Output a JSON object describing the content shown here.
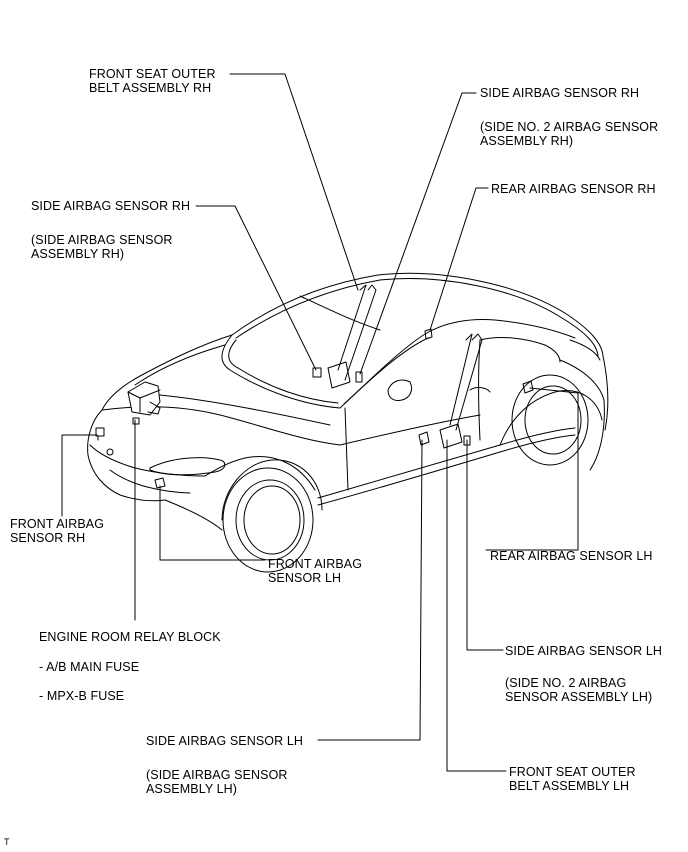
{
  "labels": {
    "front_seat_outer_belt_rh": "FRONT SEAT OUTER\nBELT ASSEMBLY RH",
    "side_airbag_sensor_rh_upper": "SIDE AIRBAG SENSOR RH",
    "side_airbag_sensor_rh_upper_sub": "(SIDE NO. 2 AIRBAG SENSOR\nASSEMBLY RH)",
    "rear_airbag_sensor_rh": "REAR AIRBAG SENSOR RH",
    "side_airbag_sensor_rh_left": "SIDE AIRBAG SENSOR RH",
    "side_airbag_sensor_rh_left_sub": "(SIDE AIRBAG SENSOR\nASSEMBLY RH)",
    "front_airbag_sensor_rh": "FRONT AIRBAG\nSENSOR RH",
    "front_airbag_sensor_lh": "FRONT AIRBAG\nSENSOR LH",
    "rear_airbag_sensor_lh": "REAR AIRBAG SENSOR LH",
    "engine_room_relay_block": "ENGINE ROOM RELAY BLOCK",
    "ab_main_fuse": "- A/B MAIN FUSE",
    "mpxb_fuse": "- MPX-B FUSE",
    "side_airbag_sensor_lh_right": "SIDE AIRBAG SENSOR LH",
    "side_airbag_sensor_lh_right_sub": "(SIDE NO. 2 AIRBAG\nSENSOR ASSEMBLY LH)",
    "side_airbag_sensor_lh_bottom": "SIDE AIRBAG SENSOR LH",
    "side_airbag_sensor_lh_bottom_sub": "(SIDE AIRBAG SENSOR\nASSEMBLY LH)",
    "front_seat_outer_belt_lh": "FRONT SEAT OUTER\nBELT ASSEMBLY LH",
    "corner_mark": "T"
  },
  "colors": {
    "line": "#000000",
    "background": "#ffffff"
  }
}
